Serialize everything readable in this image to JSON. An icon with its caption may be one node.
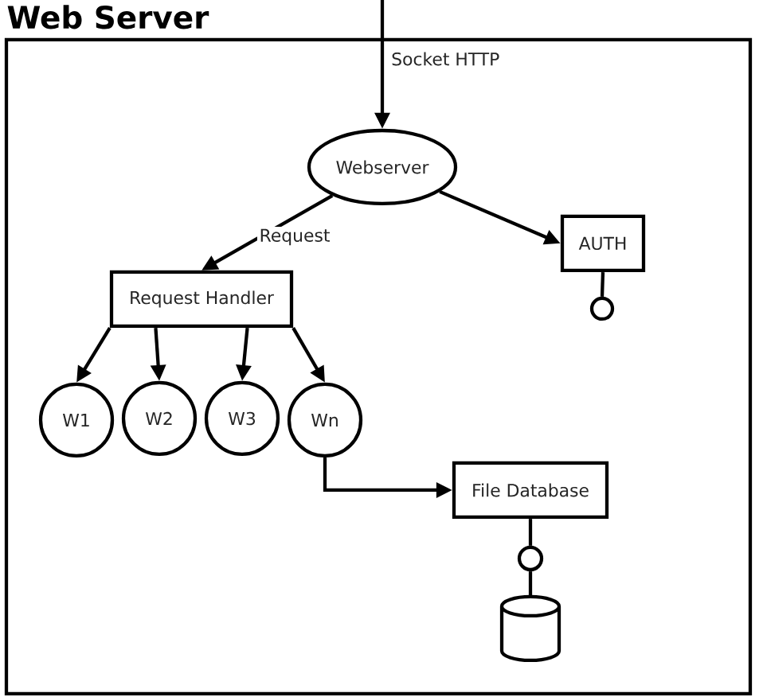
{
  "diagram": {
    "nodes": [
      {
        "text": [
          "Web Server"
        ]
      },
      {
        "text": [
          "Webserver"
        ],
        "in": 0
      },
      {
        "text": [
          "AUTH"
        ],
        "in": 0
      },
      {
        "text": [
          "Request Handler"
        ],
        "in": 0
      },
      {
        "text": [],
        "shape": "circle",
        "in": 0
      },
      {
        "text": [
          "W1"
        ],
        "in": 0
      },
      {
        "text": [
          "W2"
        ],
        "in": 0
      },
      {
        "text": [
          "W3"
        ],
        "in": 0
      },
      {
        "text": [
          "Wn"
        ],
        "in": 0
      },
      {
        "text": [
          "File Database"
        ],
        "in": 0
      },
      {
        "text": [],
        "shape": "circle",
        "in": 0
      },
      {
        "text": [],
        "shape": "cylinder",
        "in": 0
      }
    ],
    "edges": [
      {
        "from": null,
        "to": 1,
        "arrow": "to",
        "label": "Socket HTTP"
      },
      {
        "from": 1,
        "to": 3,
        "arrow": "to",
        "label": "Request"
      },
      {
        "from": 1,
        "to": 2,
        "arrow": "to"
      },
      {
        "from": 2,
        "to": 4,
        "arrow": "none"
      },
      {
        "from": 3,
        "to": 5,
        "arrow": "to"
      },
      {
        "from": 3,
        "to": 6,
        "arrow": "to"
      },
      {
        "from": 3,
        "to": 7,
        "arrow": "to"
      },
      {
        "from": 3,
        "to": 8,
        "arrow": "to"
      },
      {
        "from": 8,
        "to": 9,
        "arrow": "to"
      },
      {
        "from": 9,
        "to": 10,
        "arrow": "none"
      },
      {
        "from": 10,
        "to": 11,
        "arrow": "none"
      }
    ]
  }
}
